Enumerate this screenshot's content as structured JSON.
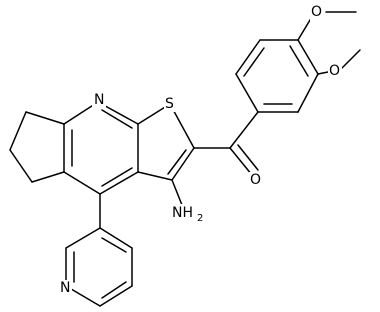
{
  "atoms": {
    "pyridine_n_fused": "N",
    "thiophene_s": "S",
    "carbonyl_o": "O",
    "amine_n": "NH",
    "amine_sub": "2",
    "pyridine_n_pendant": "N",
    "methoxy_o_top": "O",
    "methoxy_o_side": "O"
  }
}
